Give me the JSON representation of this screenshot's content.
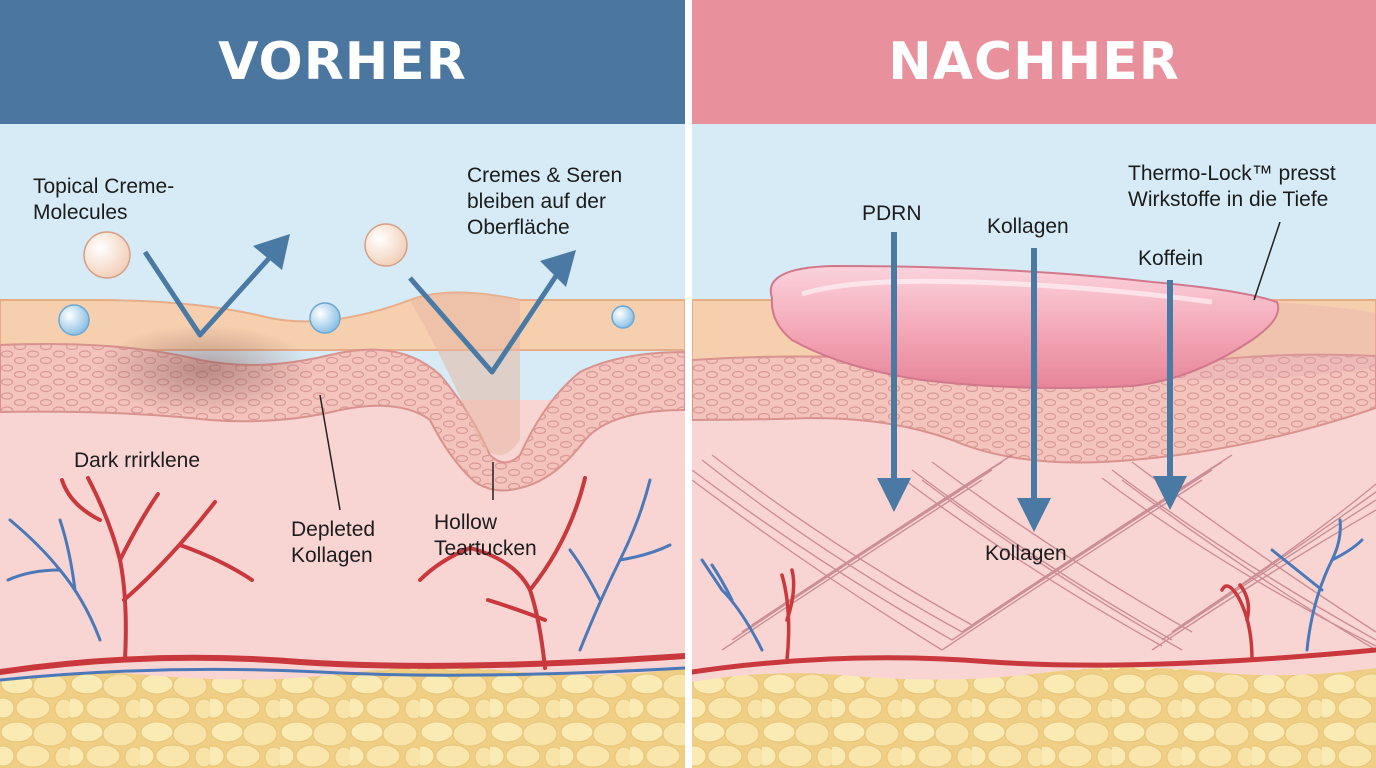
{
  "before": {
    "title": "VORHER",
    "header_color": "#4a76a0",
    "labels": {
      "molecules": "Topical Creme-\nMolecules",
      "surface": "Cremes & Seren\nbleiben auf der\nOberfläche",
      "dark": "Dark rrirklene",
      "depleted": "Depleted\nKollagen",
      "hollow": "Hollow\nTeartucken"
    }
  },
  "after": {
    "title": "NACHHER",
    "header_color": "#e8909c",
    "labels": {
      "thermolock": "Thermo-Lock™ presst\nWirkstoffe in die Tiefe",
      "pdrn": "PDRN",
      "kollagen_top": "Kollagen",
      "koffein": "Koffein",
      "kollagen_bottom": "Kollagen"
    }
  },
  "colors": {
    "sky": "#d6ebf6",
    "epidermis": "#f6cfae",
    "dermis": "#f8d5d3",
    "fat": "#f7e1a4",
    "arrow": "#4a7aa4",
    "artery": "#c8383c",
    "vein": "#4a78b8",
    "pad": "#f3a6b6"
  }
}
